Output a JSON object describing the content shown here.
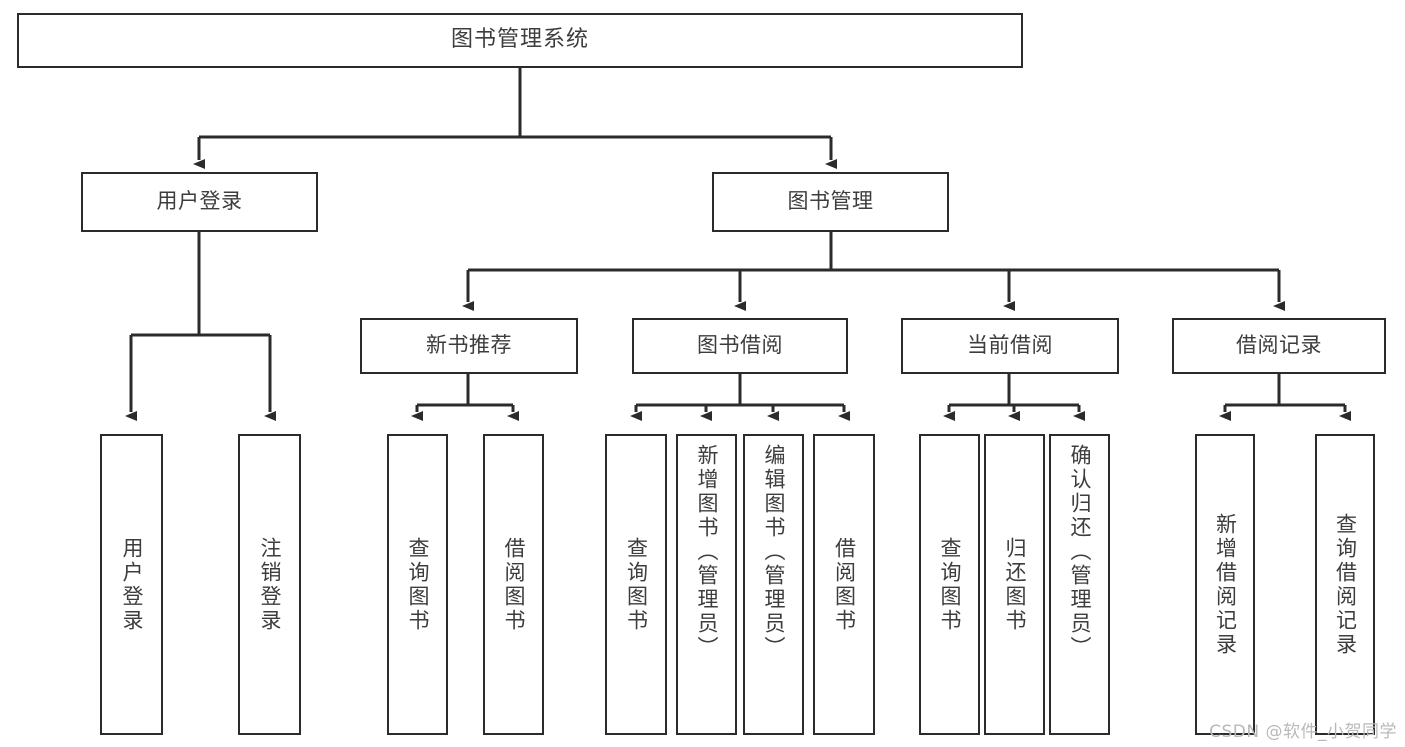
{
  "diagram": {
    "title": "图书管理系统",
    "watermark": "CSDN @软件_小贺同学",
    "colors": {
      "box_stroke": "#2b2b2b",
      "box_fill": "#ffffff",
      "connector": "#2b2b2b",
      "text": "#3d3d3d",
      "watermark": "#b9b9b9",
      "background": "#ffffff"
    }
  },
  "nodes": {
    "root": {
      "label": "图书管理系统"
    },
    "level2": [
      {
        "label": "用户登录"
      },
      {
        "label": "图书管理"
      }
    ],
    "level3": [
      {
        "label": "新书推荐"
      },
      {
        "label": "图书借阅"
      },
      {
        "label": "当前借阅"
      },
      {
        "label": "借阅记录"
      }
    ],
    "leaves": {
      "user_login": [
        {
          "label": "用户登录"
        },
        {
          "label": "注销登录"
        }
      ],
      "new_book": [
        {
          "label": "查询图书"
        },
        {
          "label": "借阅图书"
        }
      ],
      "book_borrow": [
        {
          "label": "查询图书"
        },
        {
          "label": "新增图书（管理员）"
        },
        {
          "label": "编辑图书（管理员）"
        },
        {
          "label": "借阅图书"
        }
      ],
      "current_borrow": [
        {
          "label": "查询图书"
        },
        {
          "label": "归还图书"
        },
        {
          "label": "确认归还（管理员）"
        }
      ],
      "borrow_record": [
        {
          "label": "新增借阅记录"
        },
        {
          "label": "查询借阅记录"
        }
      ]
    }
  }
}
